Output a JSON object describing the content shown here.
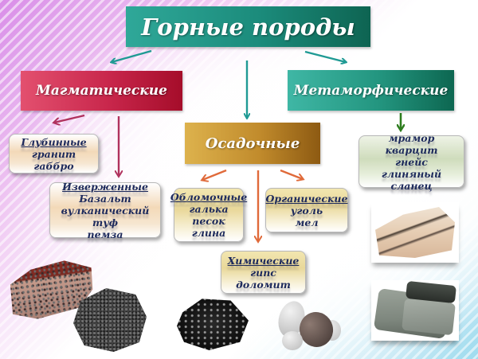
{
  "title": "Горные породы",
  "categories": {
    "magmatic": {
      "label": "Магматические",
      "color": "#c8264b",
      "subgroups": [
        {
          "header": "Глубинные",
          "items": [
            "гранит",
            "габбро"
          ]
        },
        {
          "header": "Изверженные",
          "items": [
            "Базальт",
            "вулканический туф",
            "пемза"
          ]
        }
      ]
    },
    "sedimentary": {
      "label": "Осадочные",
      "color": "#c18b2c",
      "subgroups": [
        {
          "header": "Обломочные",
          "items": [
            "галька",
            "песок",
            "глина"
          ]
        },
        {
          "header": "Органические",
          "items": [
            "уголь",
            "мел"
          ]
        },
        {
          "header": "Химические",
          "items": [
            "гипс",
            "доломит"
          ]
        }
      ]
    },
    "metamorphic": {
      "label": "Метаморфические",
      "color": "#1b8b7b",
      "items": [
        "мрамор",
        "кварцит",
        "гнейс",
        "глиняный сланец"
      ]
    }
  },
  "colors": {
    "title_bg": "#1b8b7b",
    "arrow_teal": "#1f9a94",
    "arrow_magenta": "#b0325e",
    "arrow_orange": "#e06a3a",
    "arrow_green": "#2e7d1e",
    "card_text": "#1d2a5c"
  },
  "images": [
    {
      "name": "granite-rock"
    },
    {
      "name": "pumice-rock"
    },
    {
      "name": "coal-rock"
    },
    {
      "name": "pebbles"
    },
    {
      "name": "marble-photo"
    },
    {
      "name": "slate-photo"
    }
  ]
}
